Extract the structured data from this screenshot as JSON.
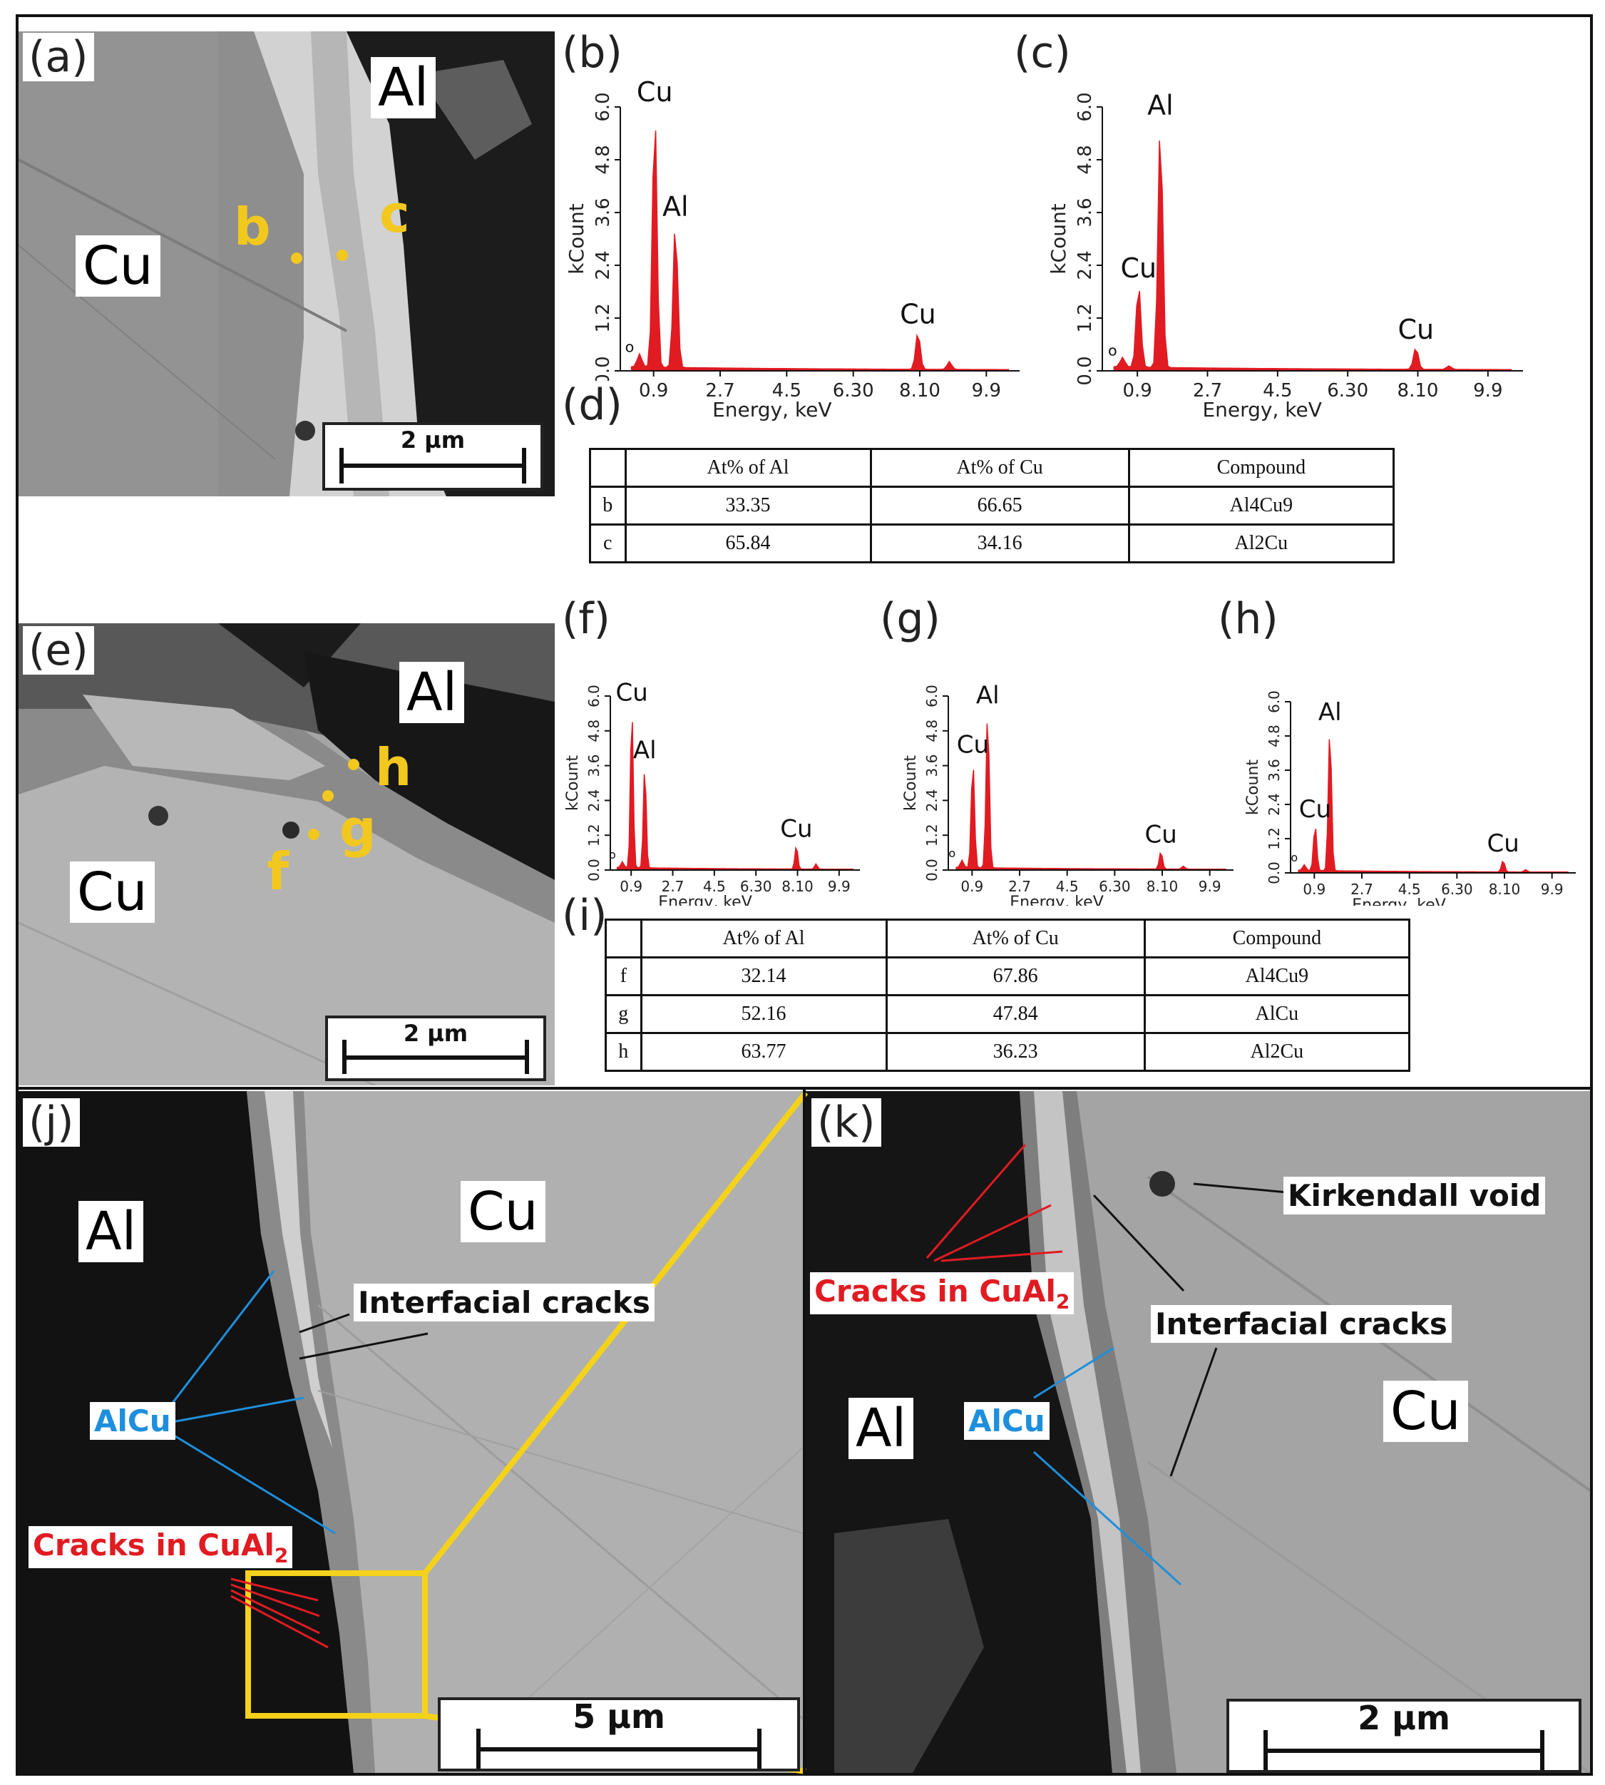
{
  "panels": {
    "a": {
      "tag": "(a)",
      "al": "Al",
      "cu": "Cu",
      "pt_b": "b",
      "pt_c": "c",
      "scale": "2 µm"
    },
    "b": {
      "tag": "(b)"
    },
    "c": {
      "tag": "(c)"
    },
    "d": {
      "tag": "(d)"
    },
    "e": {
      "tag": "(e)",
      "al": "Al",
      "cu": "Cu",
      "pt_f": "f",
      "pt_g": "g",
      "pt_h": "h",
      "scale": "2 µm"
    },
    "f": {
      "tag": "(f)"
    },
    "g": {
      "tag": "(g)"
    },
    "h": {
      "tag": "(h)"
    },
    "i": {
      "tag": "(i)"
    },
    "j": {
      "tag": "(j)",
      "al": "Al",
      "cu": "Cu",
      "interfacial": "Interfacial cracks",
      "alcu": "AlCu",
      "cracks_pre": "Cracks in CuAl",
      "cracks_sub": "2",
      "scale": "5 µm"
    },
    "k": {
      "tag": "(k)",
      "al": "Al",
      "cu": "Cu",
      "kirkendall": "Kirkendall void",
      "interfacial": "Interfacial cracks",
      "alcu": "AlCu",
      "cracks_pre": "Cracks in CuAl",
      "cracks_sub": "2",
      "scale": "2 µm"
    }
  },
  "chart_data": [
    {
      "type": "line",
      "panel": "b",
      "xlabel": "Energy, keV",
      "ylabel": "kCount",
      "xticks": [
        "0.9",
        "2.7",
        "4.5",
        "6.30",
        "8.10",
        "9.9"
      ],
      "yticks": [
        "0.0",
        "1.2",
        "2.4",
        "3.6",
        "4.8",
        "6.0"
      ],
      "xlim": [
        0,
        10.8
      ],
      "ylim": [
        0,
        6.0
      ],
      "peaks": [
        {
          "label": "o",
          "x": 0.52,
          "y": 0.3
        },
        {
          "label": "Cu",
          "x": 0.93,
          "y": 5.9
        },
        {
          "label": "Al",
          "x": 1.49,
          "y": 3.3
        },
        {
          "label": "Cu",
          "x": 8.05,
          "y": 0.85
        },
        {
          "label": "",
          "x": 8.9,
          "y": 0.18
        }
      ]
    },
    {
      "type": "line",
      "panel": "c",
      "xlabel": "Energy, keV",
      "ylabel": "kCount",
      "xticks": [
        "0.9",
        "2.7",
        "4.5",
        "6.30",
        "8.10",
        "9.9"
      ],
      "yticks": [
        "0.0",
        "1.2",
        "2.4",
        "3.6",
        "4.8",
        "6.0"
      ],
      "xlim": [
        0,
        10.8
      ],
      "ylim": [
        0,
        6.0
      ],
      "peaks": [
        {
          "label": "o",
          "x": 0.52,
          "y": 0.22
        },
        {
          "label": "Cu",
          "x": 0.93,
          "y": 1.9
        },
        {
          "label": "Al",
          "x": 1.49,
          "y": 5.6
        },
        {
          "label": "Cu",
          "x": 8.05,
          "y": 0.5
        },
        {
          "label": "",
          "x": 8.9,
          "y": 0.08
        }
      ]
    },
    {
      "type": "line",
      "panel": "f",
      "xlabel": "Energy, keV",
      "ylabel": "kCount",
      "xticks": [
        "0.9",
        "2.7",
        "4.5",
        "6.30",
        "8.10",
        "9.9"
      ],
      "yticks": [
        "0.0",
        "1.2",
        "2.4",
        "3.6",
        "4.8",
        "6.0"
      ],
      "xlim": [
        0,
        10.8
      ],
      "ylim": [
        0,
        6.0
      ],
      "peaks": [
        {
          "label": "o",
          "x": 0.52,
          "y": 0.2
        },
        {
          "label": "Cu",
          "x": 0.93,
          "y": 5.5
        },
        {
          "label": "Al",
          "x": 1.49,
          "y": 3.5
        },
        {
          "label": "Cu",
          "x": 8.05,
          "y": 0.8
        },
        {
          "label": "",
          "x": 8.9,
          "y": 0.18
        }
      ]
    },
    {
      "type": "line",
      "panel": "g",
      "xlabel": "Energy, keV",
      "ylabel": "kCount",
      "xticks": [
        "0.9",
        "2.7",
        "4.5",
        "6.30",
        "8.10",
        "9.9"
      ],
      "yticks": [
        "0.0",
        "1.2",
        "2.4",
        "3.6",
        "4.8",
        "6.0"
      ],
      "xlim": [
        0,
        10.8
      ],
      "ylim": [
        0,
        6.0
      ],
      "peaks": [
        {
          "label": "o",
          "x": 0.52,
          "y": 0.25
        },
        {
          "label": "Cu",
          "x": 0.93,
          "y": 3.7
        },
        {
          "label": "Al",
          "x": 1.49,
          "y": 5.4
        },
        {
          "label": "Cu",
          "x": 8.05,
          "y": 0.6
        },
        {
          "label": "",
          "x": 8.9,
          "y": 0.1
        }
      ]
    },
    {
      "type": "line",
      "panel": "h",
      "xlabel": "Energy, keV",
      "ylabel": "kCount",
      "xticks": [
        "0.9",
        "2.7",
        "4.5",
        "6.30",
        "8.10",
        "9.9"
      ],
      "yticks": [
        "0.0",
        "1.2",
        "2.4",
        "3.6",
        "4.8",
        "6.0"
      ],
      "xlim": [
        0,
        10.8
      ],
      "ylim": [
        0,
        6.0
      ],
      "peaks": [
        {
          "label": "o",
          "x": 0.52,
          "y": 0.2
        },
        {
          "label": "Cu",
          "x": 0.93,
          "y": 1.6
        },
        {
          "label": "Al",
          "x": 1.49,
          "y": 5.0
        },
        {
          "label": "Cu",
          "x": 8.05,
          "y": 0.4
        },
        {
          "label": "",
          "x": 8.9,
          "y": 0.08
        }
      ]
    },
    {
      "type": "table",
      "panel": "d",
      "columns": [
        "",
        "At% of Al",
        "At% of Cu",
        "Compound"
      ],
      "rows": [
        [
          "b",
          "33.35",
          "66.65",
          "Al4Cu9"
        ],
        [
          "c",
          "65.84",
          "34.16",
          "Al2Cu"
        ]
      ]
    },
    {
      "type": "table",
      "panel": "i",
      "columns": [
        "",
        "At% of Al",
        "At% of Cu",
        "Compound"
      ],
      "rows": [
        [
          "f",
          "32.14",
          "67.86",
          "Al4Cu9"
        ],
        [
          "g",
          "52.16",
          "47.84",
          "AlCu"
        ],
        [
          "h",
          "63.77",
          "36.23",
          "Al2Cu"
        ]
      ]
    }
  ],
  "colors": {
    "spectrum": "#e11b22",
    "point_marker": "#f2c81f",
    "alcu_arrow": "#1e8fdc",
    "crack_arrow": "#e11b22",
    "zoom_box": "#f5d21a"
  }
}
